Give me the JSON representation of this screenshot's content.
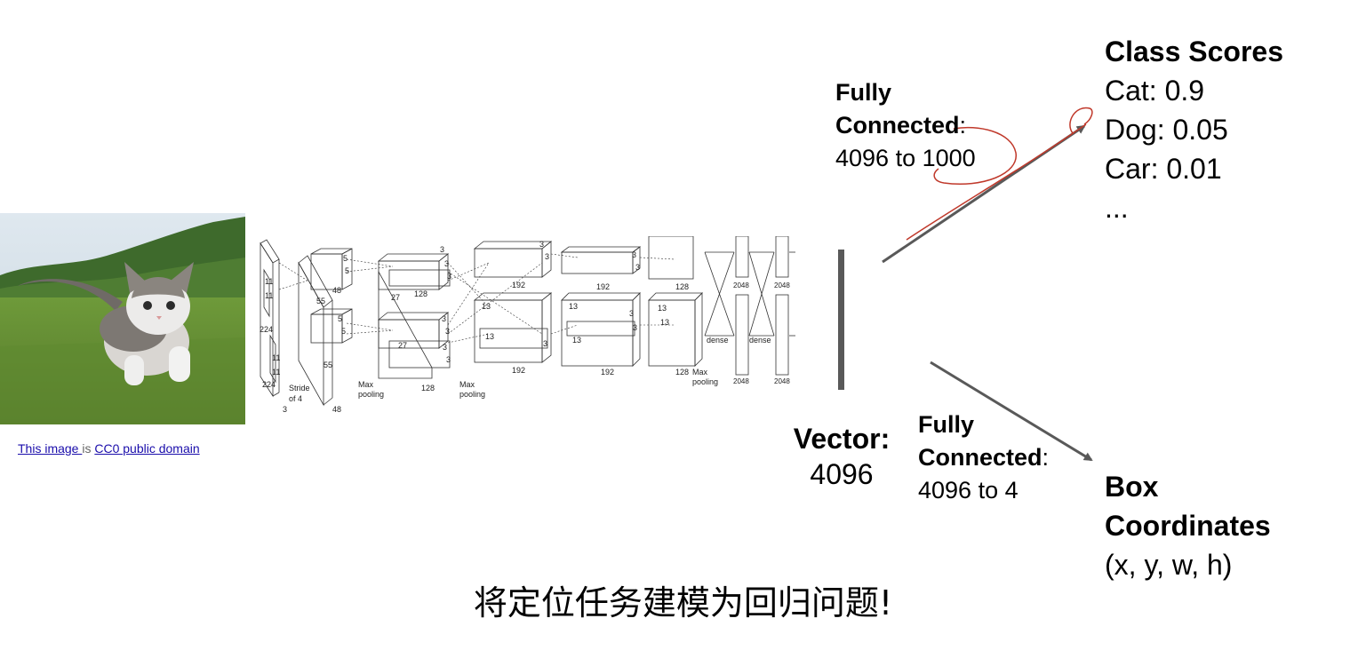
{
  "credit": {
    "link1": "This image ",
    "is": " is ",
    "link2": "CC0 public domain "
  },
  "cnn": {
    "input_size": "224",
    "input_depth": "3",
    "kernel": "11",
    "stride_line1": "Stride",
    "stride_line2": "of 4",
    "conv1_size": "55",
    "conv1_depth": "48",
    "conv2_kernel": "5",
    "conv2_size": "27",
    "conv2_depth": "128",
    "conv3_kernel": "3",
    "conv3_size": "13",
    "conv3_depth": "192",
    "conv5_depth": "128",
    "maxpool_line1": "Max",
    "maxpool_line2": "pooling",
    "dense": "dense",
    "dense_size": "2048"
  },
  "fc_class": {
    "title1": "Fully",
    "title2": "Connected",
    "colon": ":",
    "desc": "4096 to 1000"
  },
  "class_scores": {
    "title": "Class Scores",
    "items": [
      "Cat: 0.9",
      "Dog: 0.05",
      "Car: 0.01",
      "..."
    ]
  },
  "vector": {
    "title": "Vector:",
    "value": "4096"
  },
  "fc_box": {
    "title1": "Fully",
    "title2": "Connected",
    "colon": ":",
    "desc": "4096 to 4"
  },
  "box_coords": {
    "title1": "Box",
    "title2": "Coordinates",
    "desc": "(x, y, w, h)"
  },
  "caption": "将定位任务建模为回归问题!",
  "colors": {
    "arrow": "#595959",
    "annotation": "#c0392b",
    "link": "#1a0dab"
  }
}
